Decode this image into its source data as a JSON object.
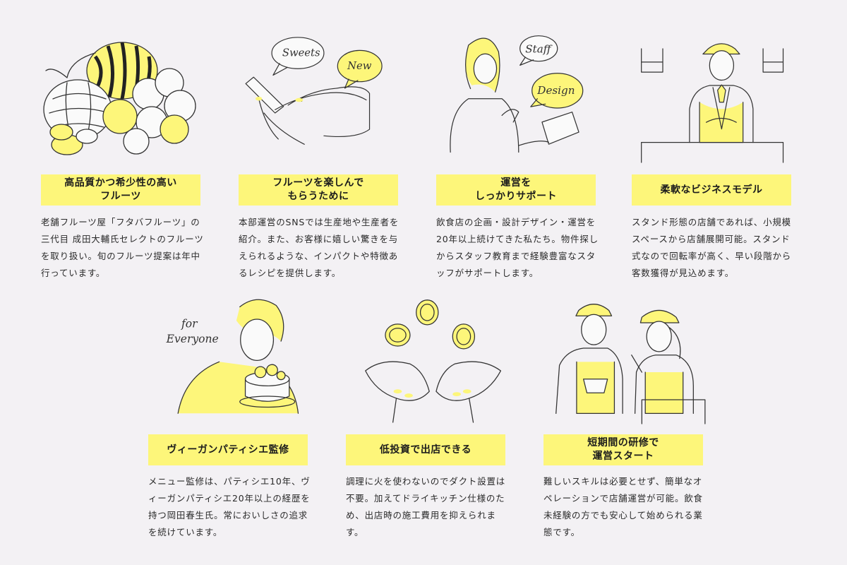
{
  "features": [
    {
      "label": "高品質かつ希少性の高い\nフルーツ",
      "desc": "老舗フルーツ屋「フタバフルーツ」の三代目 成田大輔氏セレクトのフルーツを取り扱い。旬のフルーツ提案は年中行っています。"
    },
    {
      "label": "フルーツを楽しんで\nもらうために",
      "desc": "本部運営のSNSでは生産地や生産者を紹介。また、お客様に嬉しい驚きを与えられるような、インパクトや特徴あるレシピを提供します。",
      "bubbles": [
        "Sweets",
        "New"
      ]
    },
    {
      "label": "運営を\nしっかりサポート",
      "desc": "飲食店の企画・設計デザイン・運営を20年以上続けてきた私たち。物件探しからスタッフ教育まで経験豊富なスタッフがサポートします。",
      "bubbles": [
        "Staff",
        "Design"
      ]
    },
    {
      "label": "柔軟なビジネスモデル",
      "desc": "スタンド形態の店舗であれば、小規模スペースから店舗展開可能。スタンド式なので回転率が高く、早い段階から客数獲得が見込めます。"
    },
    {
      "label": "ヴィーガンパティシエ監修",
      "desc": "メニュー監修は、パティシエ10年、ヴィーガンパティシエ20年以上の経歴を持つ岡田春生氏。常においしさの追求を続けています。",
      "caption": [
        "for",
        "Everyone"
      ]
    },
    {
      "label": "低投資で出店できる",
      "desc": "調理に火を使わないのでダクト設置は不要。加えてドライキッチン仕様のため、出店時の施工費用を抑えられます。"
    },
    {
      "label": "短期間の研修で\n運営スタート",
      "desc": "難しいスキルは必要とせず、簡単なオペレーションで店舗運営が可能。飲食未経験の方でも安心して始められる業態です。"
    }
  ],
  "colors": {
    "accent": "#fdf67a",
    "background": "#f3f1f4",
    "text": "#222222"
  }
}
